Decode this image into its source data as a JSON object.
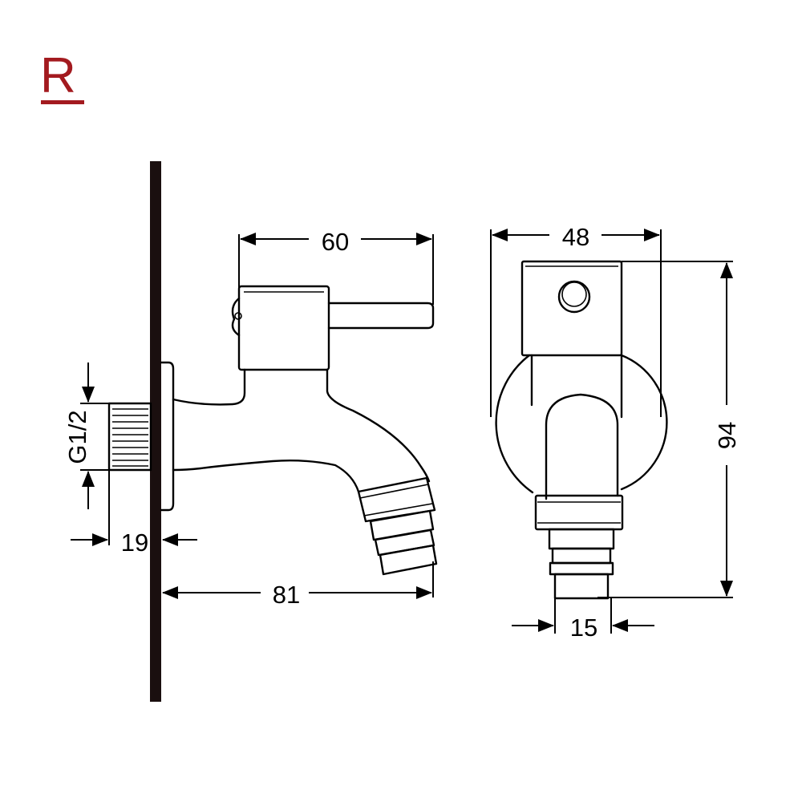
{
  "logo": {
    "letter": "R",
    "color": "#a31a1f"
  },
  "colors": {
    "line": "#000000",
    "wall": "#1a0f0f",
    "background": "#ffffff"
  },
  "dimensions": {
    "lever_length": "60",
    "body_width": "48",
    "total_height": "94",
    "thread": "G1/2",
    "thread_length": "19",
    "spout_reach": "81",
    "outlet_diameter": "15"
  }
}
